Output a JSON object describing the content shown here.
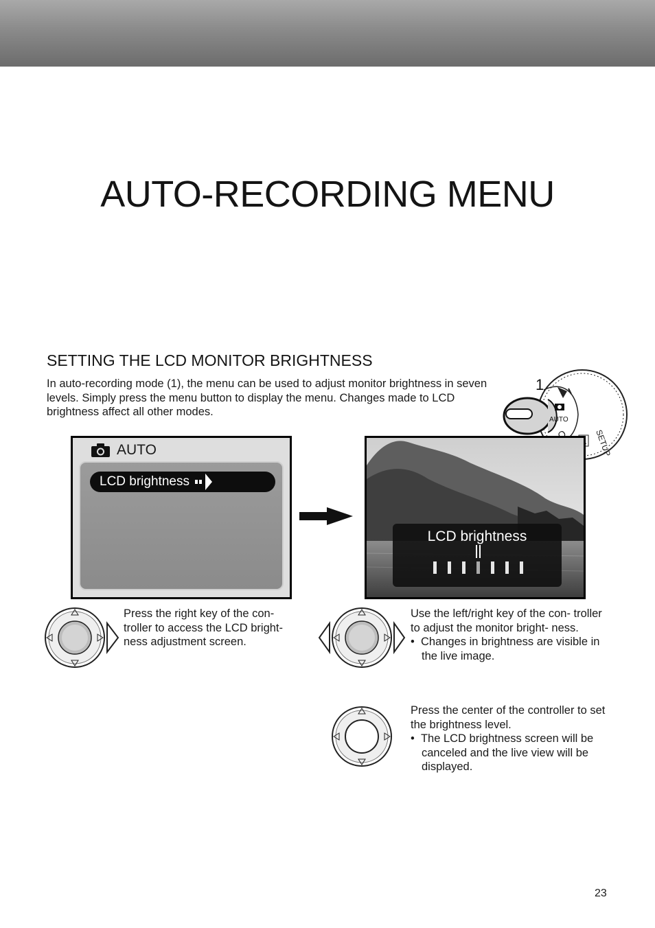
{
  "page": {
    "title": "AUTO-RECORDING MENU",
    "section_title": "SETTING THE LCD MONITOR BRIGHTNESS",
    "intro": "In auto-recording mode (1), the menu can be used to adjust monitor brightness in seven levels. Simply press the menu button to display the menu. Changes made to LCD brightness affect all other modes.",
    "page_number": "23"
  },
  "dial": {
    "callout": "1",
    "auto_label": "AUTO",
    "setup_label": "SETUP"
  },
  "screen1": {
    "mode_label": "AUTO",
    "menu_item": "LCD brightness"
  },
  "screen2": {
    "label": "LCD brightness",
    "levels": 7,
    "current_level": 4
  },
  "steps": {
    "step1": "Press the right key of the con- troller to access the LCD bright- ness adjustment screen.",
    "step2": "Use the left/right key of the con- troller to adjust the monitor bright- ness.",
    "step2_bullet": "Changes in brightness are visible in the live image.",
    "step3": "Press the center of the controller to set the brightness level.",
    "step3_bullet": "The LCD brightness screen will be canceled and the live view will be displayed."
  },
  "colors": {
    "header_bar": "#8a8a8a",
    "menu_highlight": "#0d0d0d",
    "menu_panel": "#939393"
  }
}
